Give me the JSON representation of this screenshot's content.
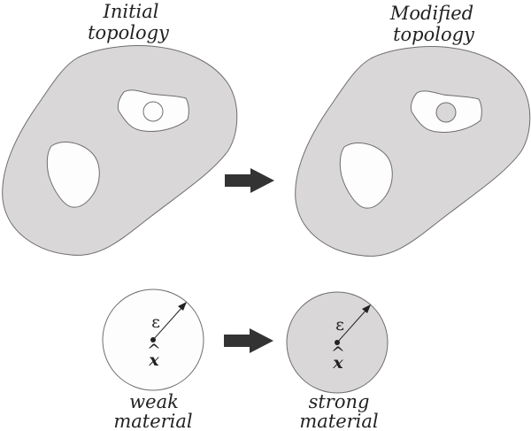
{
  "labels": {
    "initial_line1": "Initial",
    "initial_line2": "topology",
    "modified_line1": "Modified",
    "modified_line2": "topology",
    "weak_line1": "weak",
    "weak_line2": "material",
    "strong_line1": "strong",
    "strong_line2": "material"
  },
  "symbols": {
    "radius": "ε",
    "point": "x",
    "point_hat": "^"
  },
  "colors": {
    "material": "#d9d7d7",
    "void": "#fdfdfd",
    "outline": "#6e6e6e",
    "arrow": "#333333",
    "text": "#222222"
  },
  "arrows": {
    "topology": "right-arrow",
    "material": "right-arrow"
  }
}
